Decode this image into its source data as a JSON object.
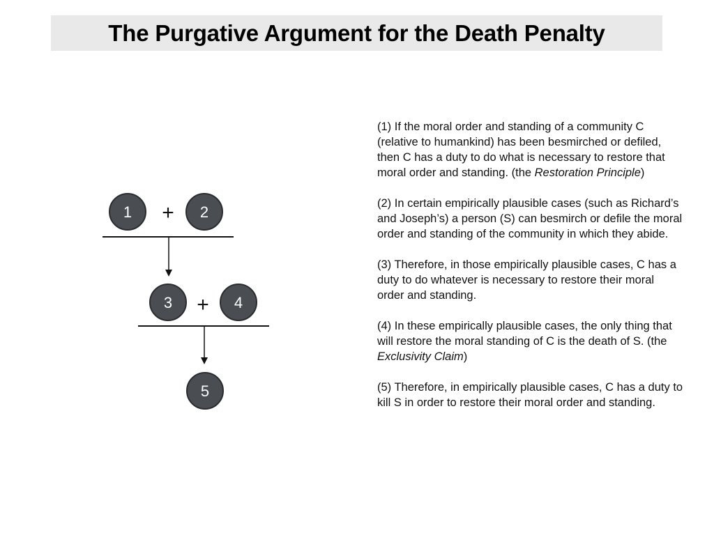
{
  "title": "The Purgative Argument for the Death Penalty",
  "diagram": {
    "nodes": [
      "1",
      "2",
      "3",
      "4",
      "5"
    ],
    "plus": "+",
    "node_color": "#4a4d52",
    "line_color": "#111111"
  },
  "premises": [
    {
      "number": "(1)",
      "text": "If the moral order and standing of a community C (relative to humankind) has been besmirched or defiled, then C has a duty to do what is necessary to restore that moral order and standing. (the ",
      "name": "Restoration Principle",
      "close": ")"
    },
    {
      "number": "(2)",
      "text": "In certain empirically plausible cases (such as Richard’s and Joseph’s) a person (S) can besmirch or defile the moral order and standing of the community in which they abide.",
      "name": "",
      "close": ""
    },
    {
      "number": "(3)",
      "text": "Therefore, in those empirically plausible cases, C has a duty to do whatever is necessary to restore their moral order and standing.",
      "name": "",
      "close": ""
    },
    {
      "number": "(4)",
      "text": "In these empirically plausible cases, the only thing that will restore the moral standing of C is the death of S. (the ",
      "name": "Exclusivity Claim",
      "close": ")"
    },
    {
      "number": "(5)",
      "text": "Therefore, in empirically plausible cases, C has a duty to kill S in order to restore their moral order and standing.",
      "name": "",
      "close": ""
    }
  ]
}
